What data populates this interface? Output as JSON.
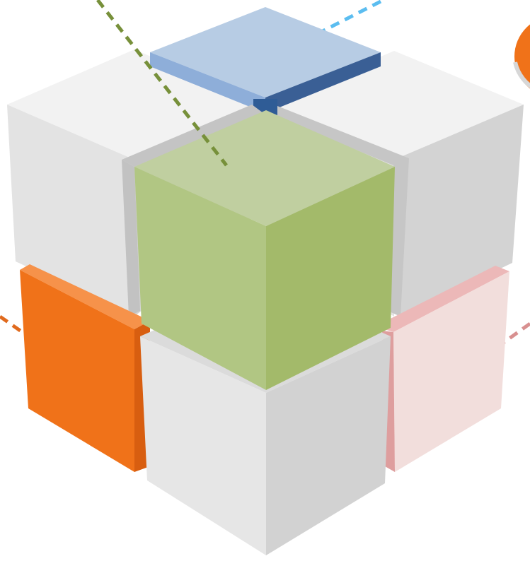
{
  "diagram": {
    "type": "isometric-cube-stack",
    "colors": {
      "green": "#A3BA6A",
      "blue": "#6D95C9",
      "orange": "#F07219",
      "pink": "#F0DADA",
      "gray": "#E5E5E5",
      "background": "#FFFFFF"
    },
    "blocks": [
      {
        "name": "top-center-plate",
        "color": "blue"
      },
      {
        "name": "top-left-cube",
        "color": "gray"
      },
      {
        "name": "top-right-cube",
        "color": "gray"
      },
      {
        "name": "bottom-left-cube",
        "color": "orange"
      },
      {
        "name": "bottom-right-cube",
        "color": "pink"
      },
      {
        "name": "bottom-front-cube",
        "color": "gray"
      },
      {
        "name": "center-front-cube",
        "color": "green"
      }
    ],
    "leader_lines": [
      {
        "name": "green-leader",
        "color": "green"
      },
      {
        "name": "blue-leader",
        "color": "blue"
      },
      {
        "name": "orange-leader",
        "color": "orange"
      },
      {
        "name": "pink-leader",
        "color": "pink"
      }
    ],
    "callout_shape": {
      "name": "orange-callout",
      "color": "orange"
    }
  }
}
